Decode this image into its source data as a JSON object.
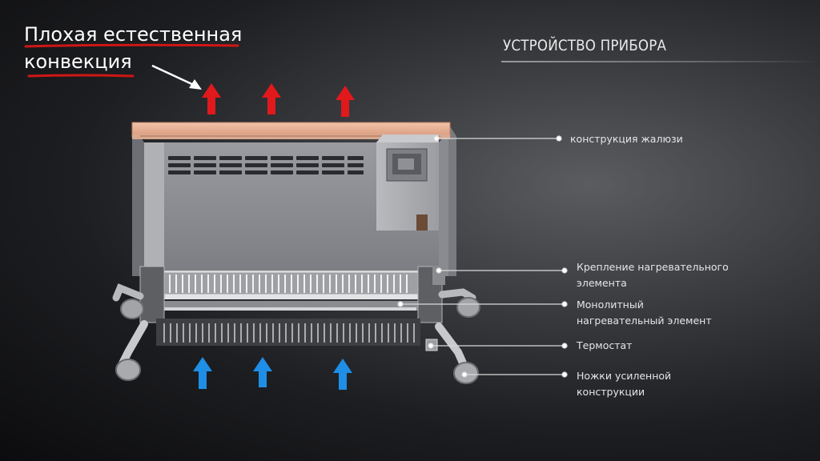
{
  "annotation": {
    "line1": "Плохая естественная",
    "line2": "конвекция",
    "underline_color": "#d01616"
  },
  "title": "УСТРОЙСТВО ПРИБОРА",
  "callouts": [
    {
      "label_lines": [
        "конструкция жалюзи"
      ]
    },
    {
      "label_lines": [
        "Крепление нагревательного",
        "элемента"
      ]
    },
    {
      "label_lines": [
        "Монолитный",
        "нагревательный элемент"
      ]
    },
    {
      "label_lines": [
        "Термостат"
      ]
    },
    {
      "label_lines": [
        "Ножки усиленной",
        "конструкции"
      ]
    }
  ],
  "colors": {
    "hot_arrow": "#e0191d",
    "cold_arrow": "#1e8ee6",
    "grille": "#e8b49a"
  },
  "icons": {
    "hot_arrow": "arrow-up-red-icon",
    "cold_arrow": "arrow-up-blue-icon",
    "pointer": "arrow-pointer-icon"
  }
}
